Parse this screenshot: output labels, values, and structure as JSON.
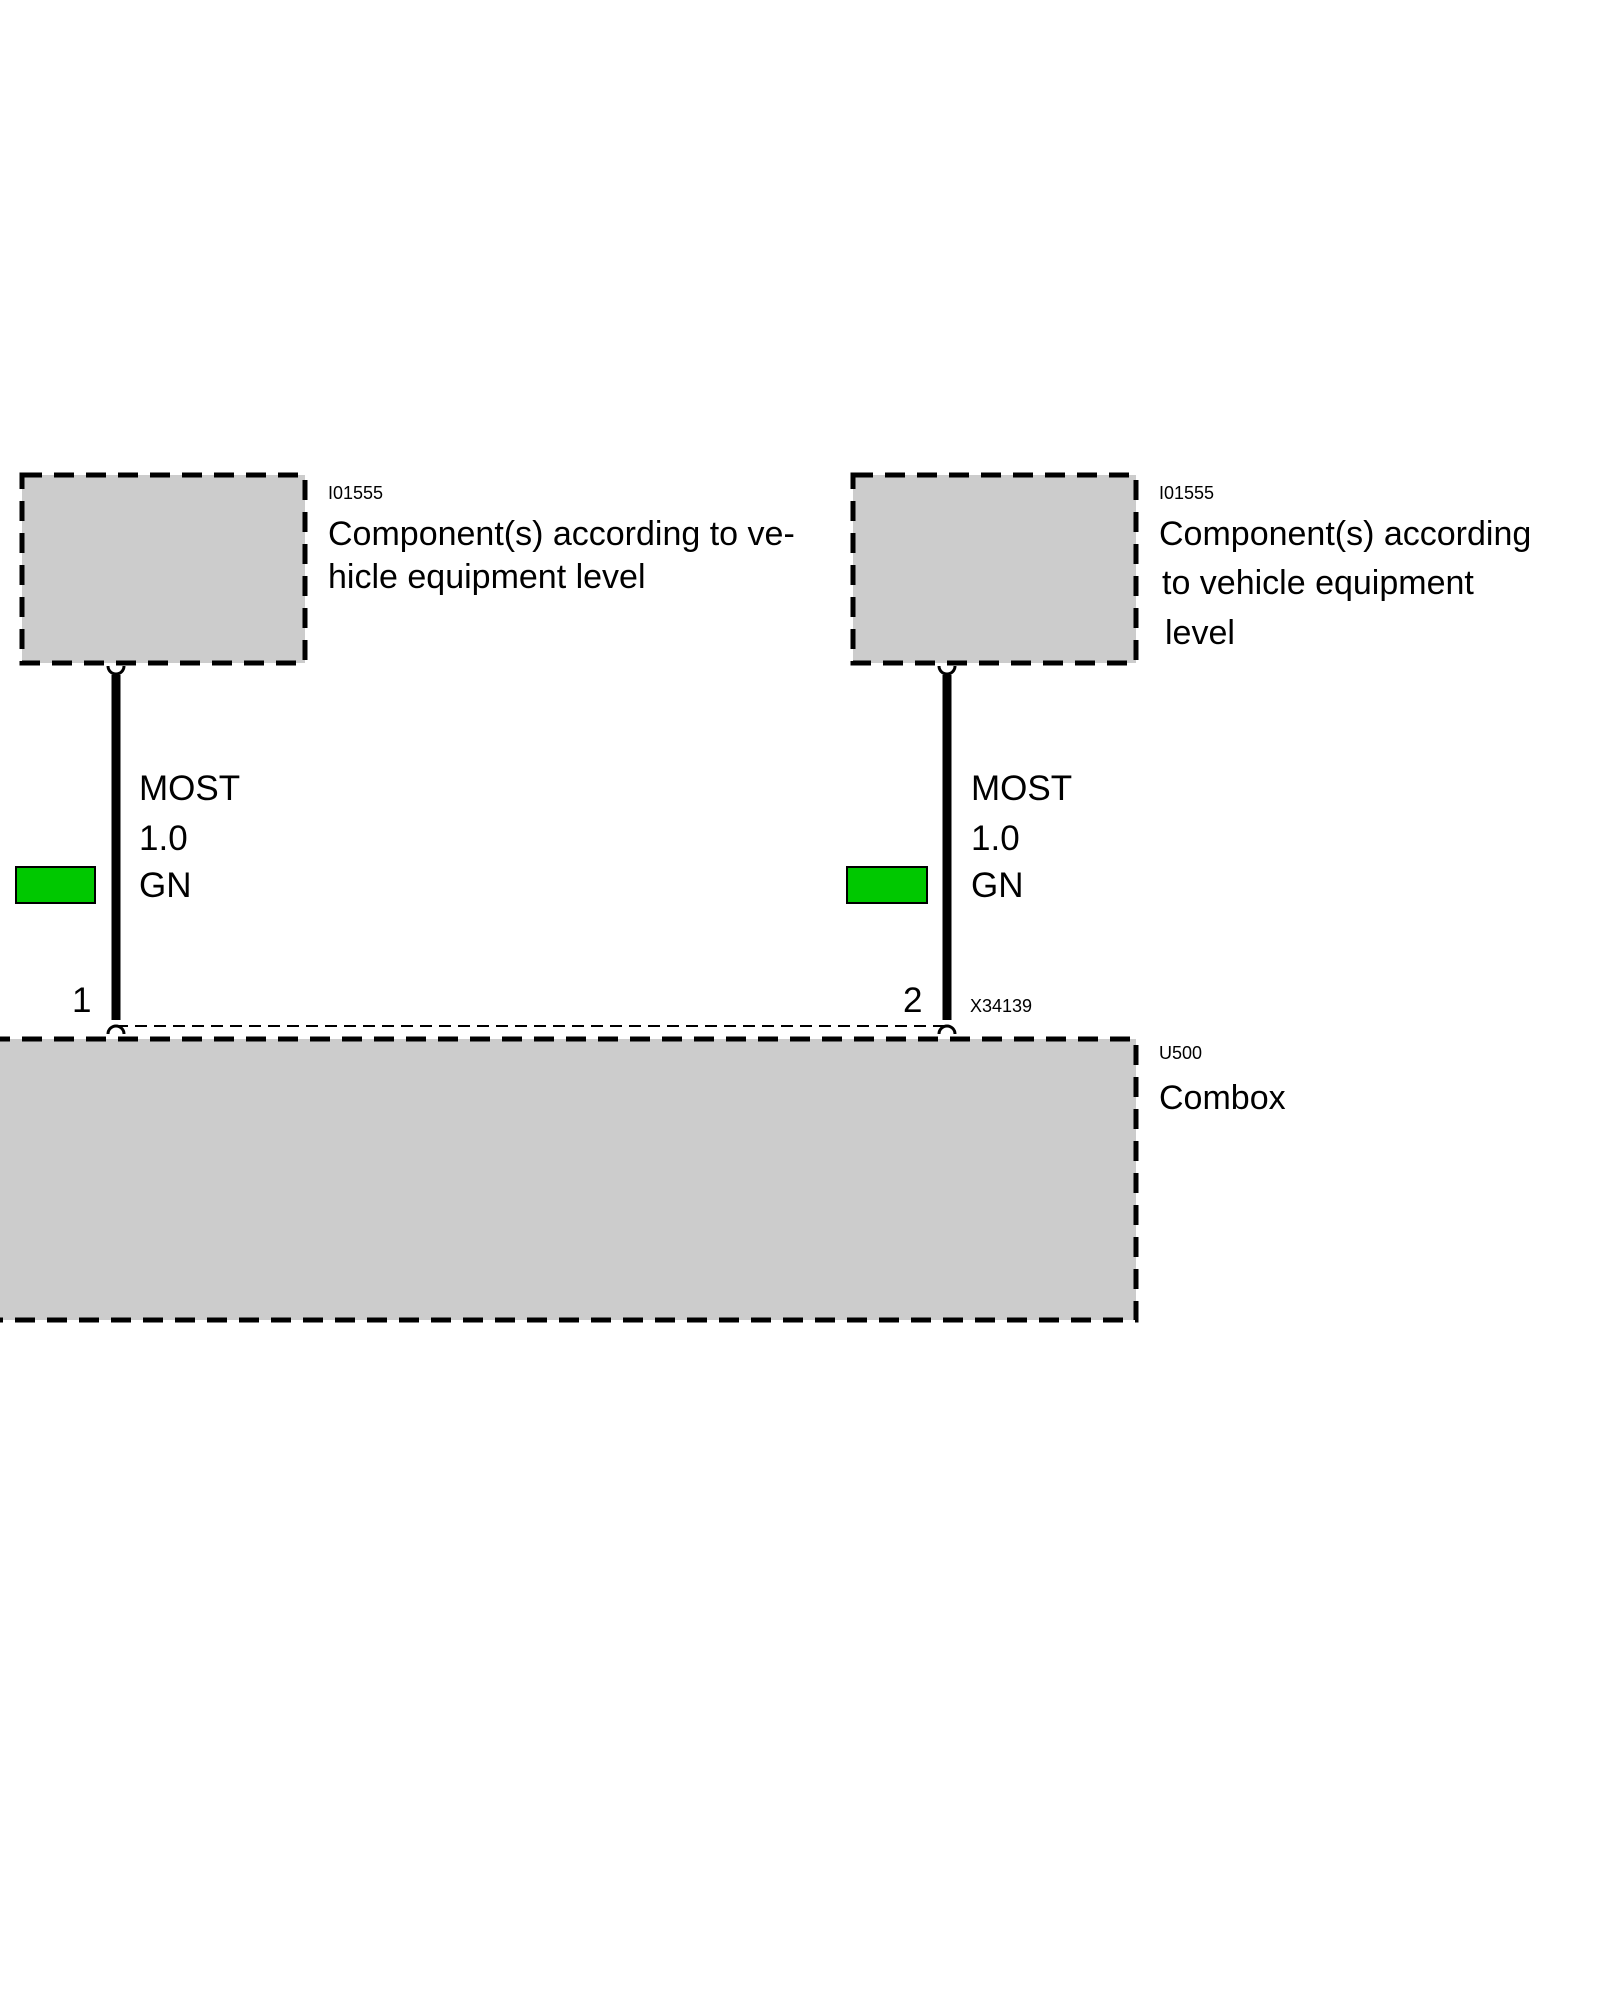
{
  "components": [
    {
      "code": "I01555",
      "description_lines": [
        "Component(s) according to ve-",
        "hicle equipment level"
      ]
    },
    {
      "code": "I01555",
      "description_lines": [
        "Component(s) according",
        "to vehicle equipment",
        "level"
      ]
    }
  ],
  "wires": [
    {
      "type": "MOST",
      "size": "1.0",
      "color_code": "GN",
      "pin": "1",
      "color": "#00c800"
    },
    {
      "type": "MOST",
      "size": "1.0",
      "color_code": "GN",
      "pin": "2",
      "color": "#00c800"
    }
  ],
  "connector": {
    "code": "X34139"
  },
  "module": {
    "code": "U500",
    "name": "Combox"
  },
  "colors": {
    "box_fill": "#cccccc",
    "wire": "#000000",
    "green": "#00c800"
  }
}
